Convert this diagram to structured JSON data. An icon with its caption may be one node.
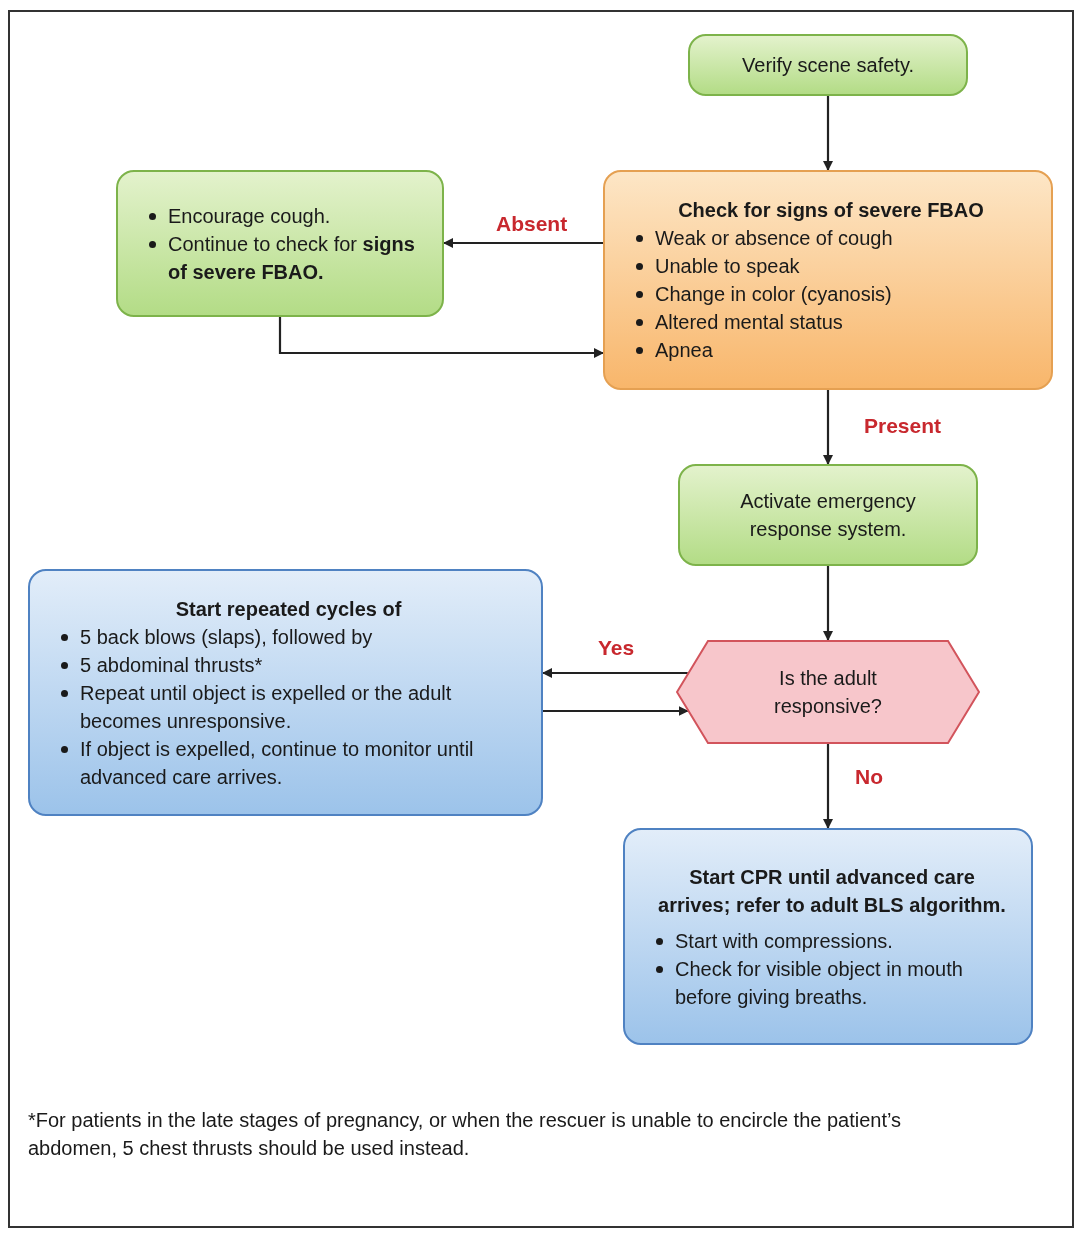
{
  "diagram": {
    "nodes": [
      {
        "text": [
          "Verify scene safety."
        ]
      },
      {
        "text": [
          "Check for signs of severe FBAO",
          "Weak or absence of cough",
          "Unable to speak",
          "Change in color (cyanosis)",
          "Altered mental status",
          "Apnea"
        ]
      },
      {
        "text": [
          "Encourage cough.",
          "Continue to check for **signs of severe FBAO.**"
        ]
      },
      {
        "text": [
          "Activate emergency response system."
        ]
      },
      {
        "text": [
          "Is the adult responsive?"
        ]
      },
      {
        "text": [
          "Start repeated cycles of",
          "5 back blows (slaps), followed by",
          "5 abdominal thrusts*",
          "Repeat until object is expelled or the adult becomes unresponsive.",
          "If object is expelled, continue to monitor until advanced care arrives."
        ]
      },
      {
        "text": [
          "Start CPR until advanced care arrives; refer to adult BLS algorithm.",
          "Start with compressions.",
          "Check for visible object in mouth before giving breaths."
        ]
      }
    ],
    "edges": [
      {
        "from": 0,
        "to": 1,
        "arrow": "to"
      },
      {
        "from": 1,
        "to": 2,
        "arrow": "to",
        "label": "Absent"
      },
      {
        "from": 2,
        "to": 1,
        "arrow": "to"
      },
      {
        "from": 1,
        "to": 3,
        "arrow": "to",
        "label": "Present"
      },
      {
        "from": 3,
        "to": 4,
        "arrow": "to"
      },
      {
        "from": 4,
        "to": 5,
        "arrow": "to",
        "label": "Yes"
      },
      {
        "from": 5,
        "to": 4,
        "arrow": "to"
      },
      {
        "from": 4,
        "to": 6,
        "arrow": "to",
        "label": "No"
      }
    ],
    "labels": [
      "*For patients in the late stages of pregnancy, or when the rescuer is unable to encircle the patient’s abdomen, 5 chest thrusts should be used instead."
    ]
  }
}
